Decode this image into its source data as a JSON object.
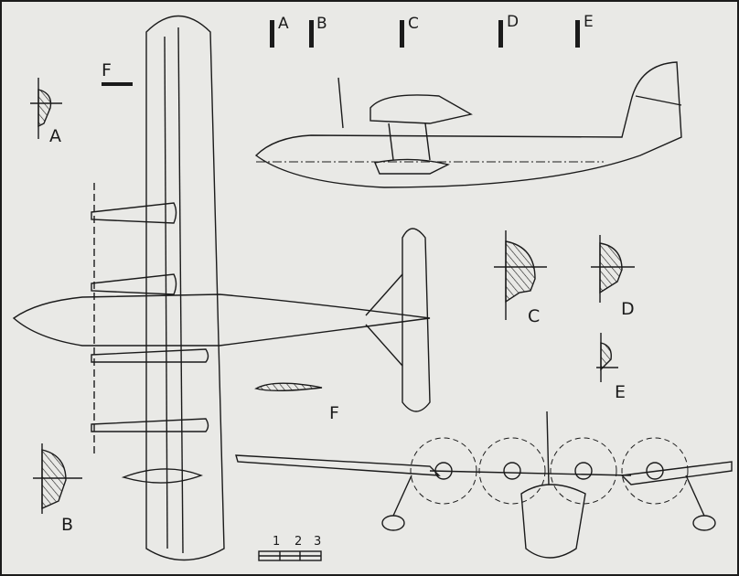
{
  "diagram": {
    "subject": "Flying boat three-view drawing with wing/fuselage cross-sections",
    "colors": {
      "paper": "#e9e9e6",
      "ink": "#1b1b1b"
    },
    "views": {
      "plan": {
        "label": "plan-view"
      },
      "side": {
        "label": "side-view"
      },
      "front": {
        "label": "front-view"
      }
    },
    "section_markers": [
      {
        "id": "A",
        "label": "A"
      },
      {
        "id": "B",
        "label": "B"
      },
      {
        "id": "C",
        "label": "C"
      },
      {
        "id": "D",
        "label": "D"
      },
      {
        "id": "E",
        "label": "E"
      }
    ],
    "section_f_marker": {
      "label": "F"
    },
    "cross_sections": [
      {
        "id": "A",
        "label": "A"
      },
      {
        "id": "B",
        "label": "B"
      },
      {
        "id": "C",
        "label": "C"
      },
      {
        "id": "D",
        "label": "D"
      },
      {
        "id": "E",
        "label": "E"
      }
    ],
    "airfoil_section": {
      "label": "F"
    },
    "scale_bar": {
      "ticks": [
        "1",
        "2",
        "3"
      ]
    }
  }
}
